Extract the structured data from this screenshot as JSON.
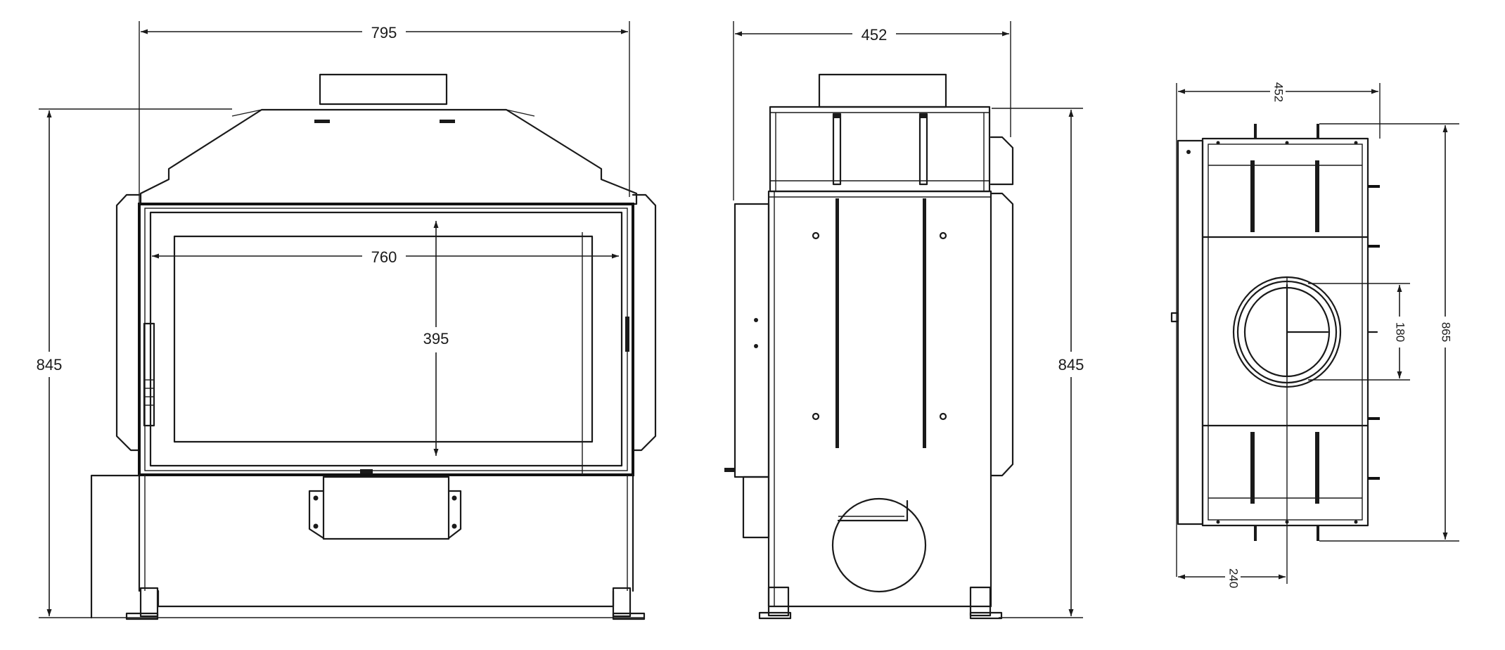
{
  "dimensions": {
    "front_width": "795",
    "front_height": "845",
    "glass_width": "760",
    "glass_height": "395",
    "side_depth": "452",
    "side_height": "845",
    "top_depth": "452",
    "top_width": "865",
    "flue_diameter": "180",
    "flue_offset": "240"
  }
}
